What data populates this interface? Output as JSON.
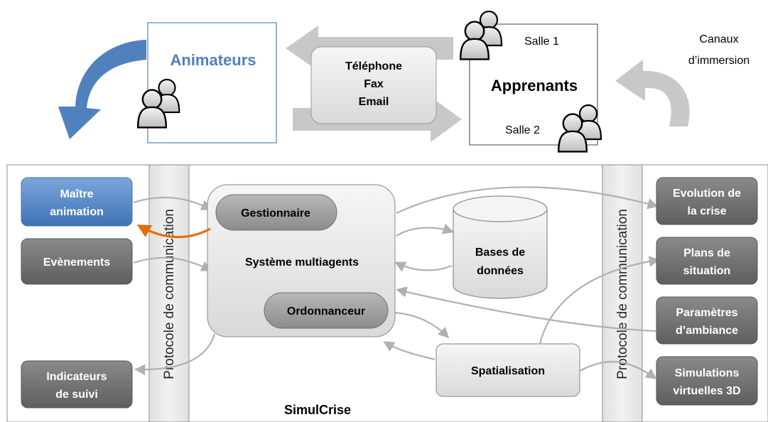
{
  "top": {
    "animateurs": "Animateurs",
    "channels": [
      "Téléphone",
      "Fax",
      "Email"
    ],
    "salle1": "Salle 1",
    "salle2": "Salle 2",
    "apprenants": "Apprenants",
    "canaux": [
      "Canaux",
      "d’immersion"
    ]
  },
  "left_panel": {
    "maitre": [
      "Maître",
      "animation"
    ],
    "evenements": "Evènements",
    "indicateurs": [
      "Indicateurs",
      "de suivi"
    ]
  },
  "protocol_label": "Protocole de communication",
  "center": {
    "gestionnaire": "Gestionnaire",
    "sma": "Système multiagents",
    "ordonnanceur": "Ordonnanceur",
    "bases": [
      "Bases de",
      "données"
    ],
    "spatialisation": "Spatialisation",
    "simulcrise": "SimulCrise"
  },
  "right_panel": {
    "evolution": [
      "Evolution de",
      "la crise"
    ],
    "plans": [
      "Plans de",
      "situation"
    ],
    "parametres": [
      "Paramètres",
      "d’ambiance"
    ],
    "simulations": [
      "Simulations",
      "virtuelles 3D"
    ]
  },
  "colors": {
    "accent_blue": "#4f81bd",
    "dark_box": "#6e6e6e",
    "light_box": "#e6e6e6",
    "arrow_gray": "#b4b4b4",
    "orange": "#e36c0a"
  }
}
